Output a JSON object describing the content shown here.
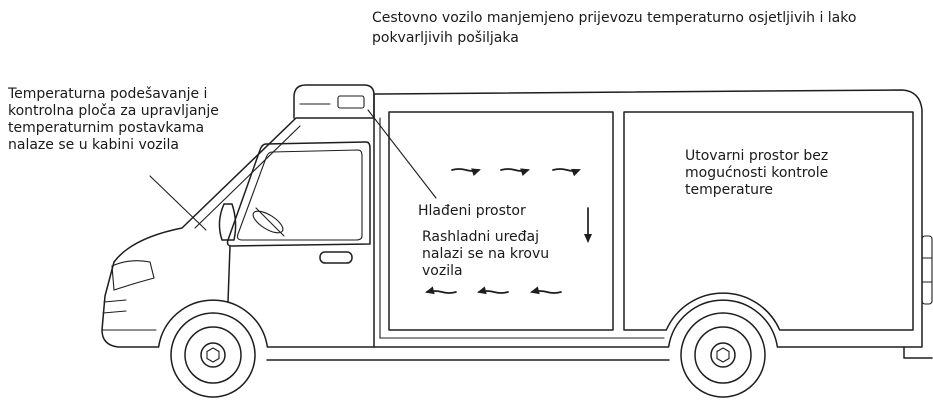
{
  "colors": {
    "background": "#ffffff",
    "line": "#1e1e1e",
    "text": "#1a1a1a"
  },
  "icons": {
    "airflow_top": "arrow-right-icon",
    "airflow_side": "arrow-down-icon",
    "airflow_bottom": "arrow-left-icon"
  },
  "title": {
    "lines": [
      "Cestovno vozilo manjemjeno prijevozu temperaturno osjetljivih i lako",
      "pokvarljivih pošiljaka"
    ]
  },
  "cab_controls_label": {
    "lines": [
      "Temperaturna podešavanje i",
      "kontrolna ploča za upravljanje",
      "temperaturnim postavkama",
      "nalaze se u kabini vozila"
    ]
  },
  "cooled_space_label": {
    "text": "Hlađeni prostor"
  },
  "cooling_unit_label": {
    "lines": [
      "Rashladni uređaj",
      "nalazi se na krovu",
      "vozila"
    ]
  },
  "cargo_space_label": {
    "lines": [
      "Utovarni prostor bez",
      "mogućnosti kontrole",
      "temperature"
    ]
  }
}
